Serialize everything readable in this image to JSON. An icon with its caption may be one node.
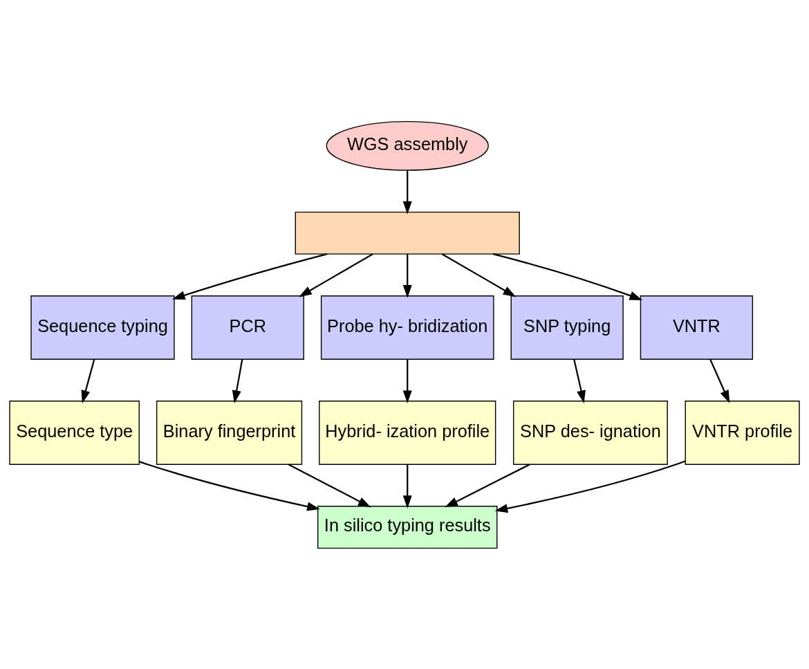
{
  "diagram": {
    "nodes": [
      {
        "text": [
          "WGS assembly"
        ]
      },
      {
        "text": [],
        "shape": "box"
      },
      {
        "text": [
          "Sequence typing"
        ]
      },
      {
        "text": [
          "PCR"
        ]
      },
      {
        "text": [
          "Probe hy- bridization"
        ]
      },
      {
        "text": [
          "SNP typing"
        ]
      },
      {
        "text": [
          "VNTR"
        ]
      },
      {
        "text": [
          "Sequence type"
        ]
      },
      {
        "text": [
          "Binary fingerprint"
        ]
      },
      {
        "text": [
          "Hybrid- ization profile"
        ]
      },
      {
        "text": [
          "SNP des- ignation"
        ]
      },
      {
        "text": [
          "VNTR profile"
        ]
      },
      {
        "text": [
          "In silico typing results"
        ]
      }
    ],
    "edges": [
      {
        "from": 0,
        "to": 1,
        "arrow": "to"
      },
      {
        "from": 1,
        "to": 2,
        "arrow": "to"
      },
      {
        "from": 1,
        "to": 3,
        "arrow": "to"
      },
      {
        "from": 1,
        "to": 4,
        "arrow": "to"
      },
      {
        "from": 1,
        "to": 5,
        "arrow": "to"
      },
      {
        "from": 1,
        "to": 6,
        "arrow": "to"
      },
      {
        "from": 2,
        "to": 7,
        "arrow": "to"
      },
      {
        "from": 3,
        "to": 8,
        "arrow": "to"
      },
      {
        "from": 4,
        "to": 9,
        "arrow": "to"
      },
      {
        "from": 5,
        "to": 10,
        "arrow": "to"
      },
      {
        "from": 6,
        "to": 11,
        "arrow": "to"
      },
      {
        "from": 7,
        "to": 12,
        "arrow": "to"
      },
      {
        "from": 8,
        "to": 12,
        "arrow": "to"
      },
      {
        "from": 9,
        "to": 12,
        "arrow": "to"
      },
      {
        "from": 10,
        "to": 12,
        "arrow": "to"
      },
      {
        "from": 11,
        "to": 12,
        "arrow": "to"
      }
    ]
  }
}
